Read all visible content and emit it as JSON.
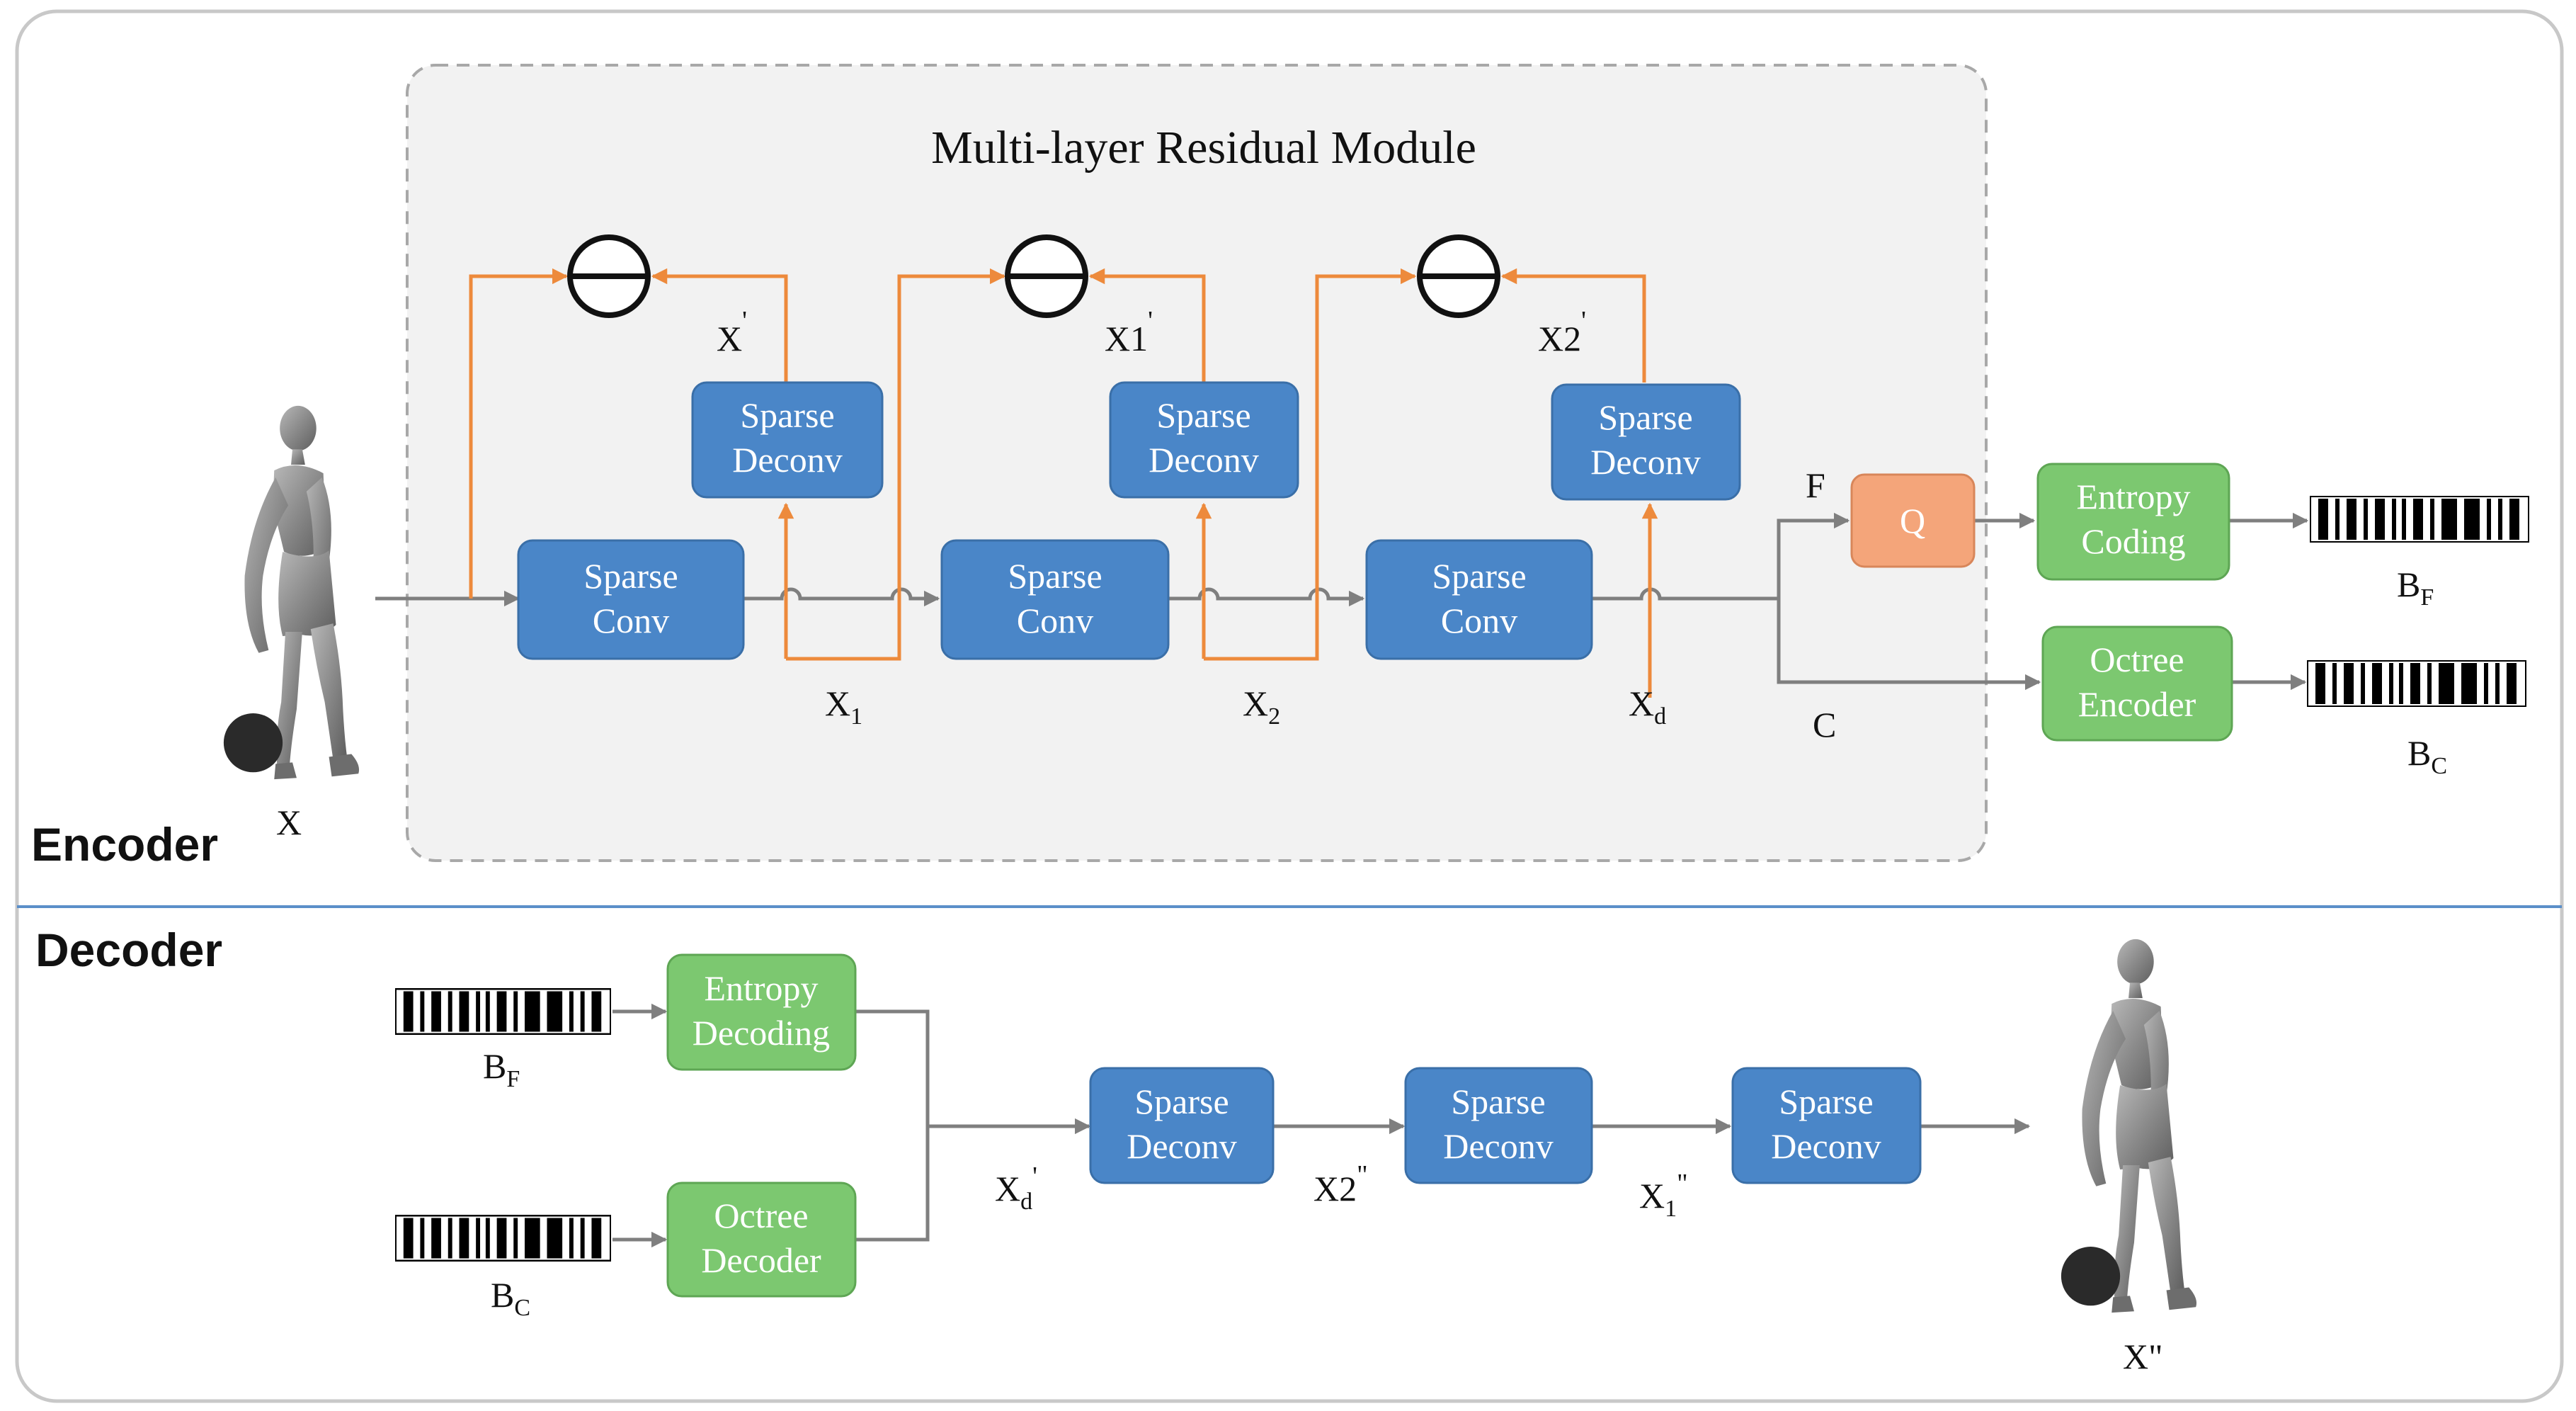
{
  "module_title": "Multi-layer Residual Module",
  "sections": {
    "encoder": "Encoder",
    "decoder": "Decoder"
  },
  "colors": {
    "conv_blue": "#4a86c8",
    "green": "#7cc870",
    "orange_q": "#f4a57a",
    "orange_line": "#ed8a3c",
    "gray_line": "#7f7f7f",
    "divider": "#5b8fc9",
    "module_bg": "#f2f2f2"
  },
  "encoder": {
    "input_label": "X",
    "convs": [
      {
        "line1": "Sparse",
        "line2": "Conv"
      },
      {
        "line1": "Sparse",
        "line2": "Conv"
      },
      {
        "line1": "Sparse",
        "line2": "Conv"
      }
    ],
    "deconvs": [
      {
        "line1": "Sparse",
        "line2": "Deconv",
        "out_base": "X",
        "out_sub": "",
        "out_sup": "'"
      },
      {
        "line1": "Sparse",
        "line2": "Deconv",
        "out_base": "X1",
        "out_sub": "",
        "out_sup": "'"
      },
      {
        "line1": "Sparse",
        "line2": "Deconv",
        "out_base": "X2",
        "out_sub": "",
        "out_sup": "'"
      }
    ],
    "subtract_icons": [
      "subtract-icon",
      "subtract-icon",
      "subtract-icon"
    ],
    "features": [
      {
        "base": "X",
        "sub": "1"
      },
      {
        "base": "X",
        "sub": "2"
      },
      {
        "base": "X",
        "sub": "d"
      }
    ],
    "branch_f": "F",
    "branch_c": "C",
    "quantizer": "Q",
    "entropy_coding": {
      "line1": "Entropy",
      "line2": "Coding"
    },
    "octree_encoder": {
      "line1": "Octree",
      "line2": "Encoder"
    },
    "bitstream_f": {
      "base": "B",
      "sub": "F"
    },
    "bitstream_c": {
      "base": "B",
      "sub": "C"
    }
  },
  "decoder": {
    "bitstream_f": {
      "base": "B",
      "sub": "F"
    },
    "bitstream_c": {
      "base": "B",
      "sub": "C"
    },
    "entropy_decoding": {
      "line1": "Entropy",
      "line2": "Decoding"
    },
    "octree_decoder": {
      "line1": "Octree",
      "line2": "Decoder"
    },
    "deconvs": [
      {
        "line1": "Sparse",
        "line2": "Deconv"
      },
      {
        "line1": "Sparse",
        "line2": "Deconv"
      },
      {
        "line1": "Sparse",
        "line2": "Deconv"
      }
    ],
    "features": [
      {
        "base": "X",
        "sub": "d",
        "sup": "'"
      },
      {
        "base": "X2",
        "sub": "",
        "sup": "\""
      },
      {
        "base": "X",
        "sub": "1",
        "sup": "\""
      }
    ],
    "output_label": "X\""
  }
}
